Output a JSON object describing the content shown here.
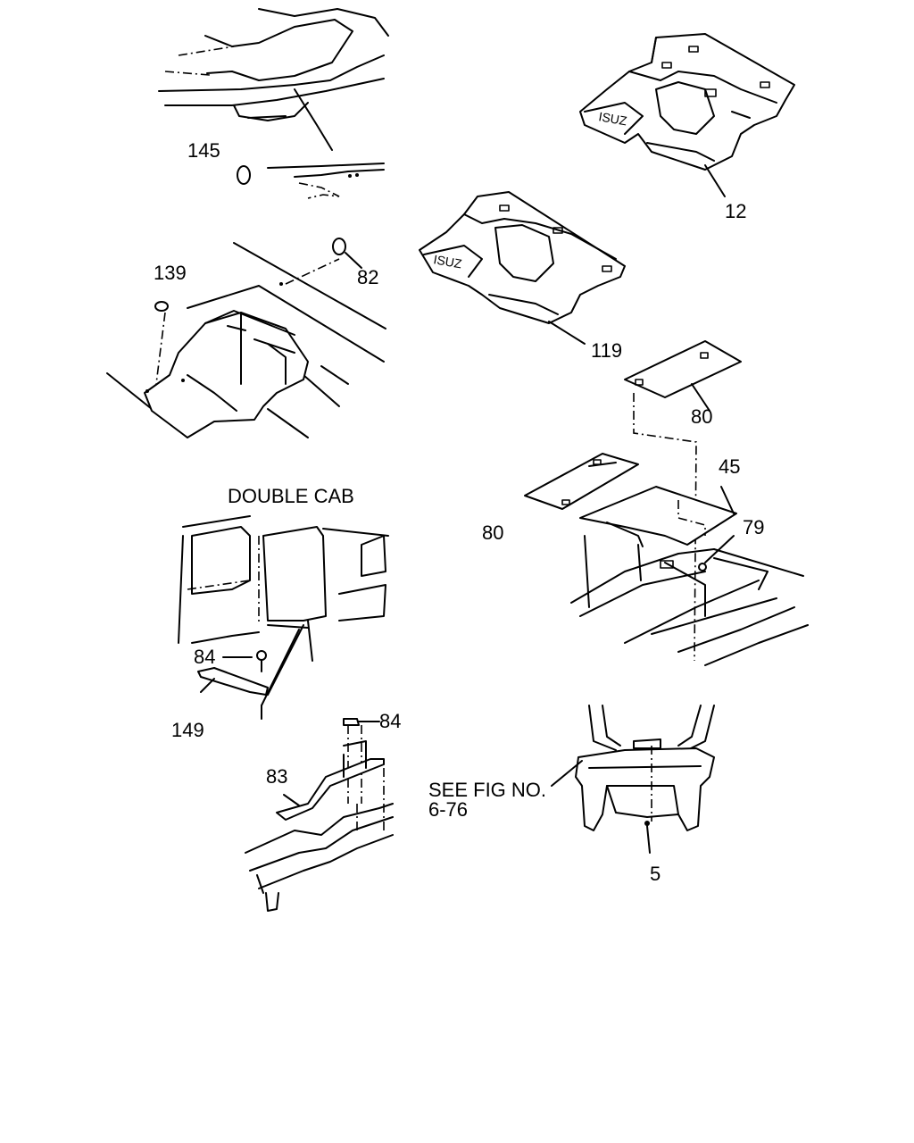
{
  "labels": {
    "p145": "145",
    "p139": "139",
    "p82": "82",
    "p12": "12",
    "p119": "119",
    "p80a": "80",
    "p80b": "80",
    "p45": "45",
    "p79": "79",
    "p84a": "84",
    "p84b": "84",
    "p149": "149",
    "p83": "83",
    "p5": "5"
  },
  "captions": {
    "double_cab": "DOUBLE CAB",
    "see_fig_line1": "SEE FIG NO.",
    "see_fig_line2": "6-76"
  },
  "colors": {
    "ink": "#000000",
    "paper": "#ffffff"
  }
}
